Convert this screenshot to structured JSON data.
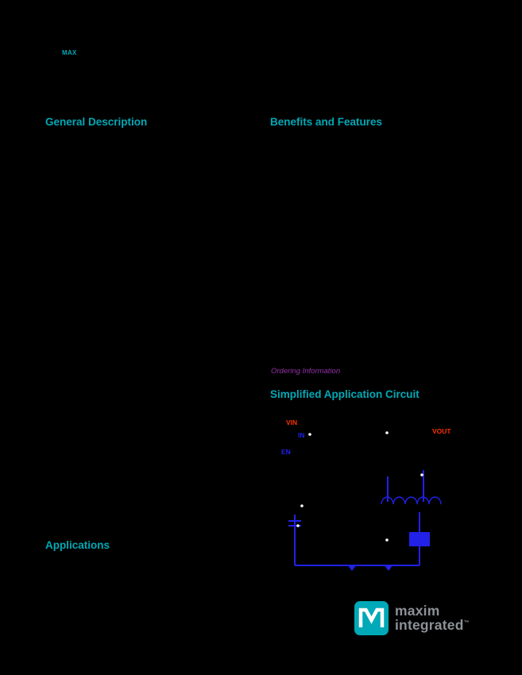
{
  "colors": {
    "background": "#000000",
    "heading_teal": "#00A9B7",
    "link_purple": "#9632A8",
    "trace_blue": "#2121E8",
    "label_red": "#FF3000",
    "logo_teal": "#00A9B7",
    "logo_gray": "#8C9296",
    "junction_white": "#FFFFFF"
  },
  "header": {
    "doc_ref": "MAX"
  },
  "sections": {
    "general_description": {
      "title": "General Description"
    },
    "benefits_features": {
      "title": "Benefits and Features"
    },
    "ordering_note": {
      "link_text": "Ordering Information"
    },
    "simplified_circuit": {
      "title": "Simplified Application Circuit"
    },
    "applications": {
      "title": "Applications"
    }
  },
  "circuit": {
    "labels": {
      "vin": "VIN",
      "in": "IN",
      "en": "EN",
      "vout": "VOUT"
    }
  },
  "logo": {
    "line1": "maxim",
    "line2": "integrated",
    "tm": "™"
  }
}
